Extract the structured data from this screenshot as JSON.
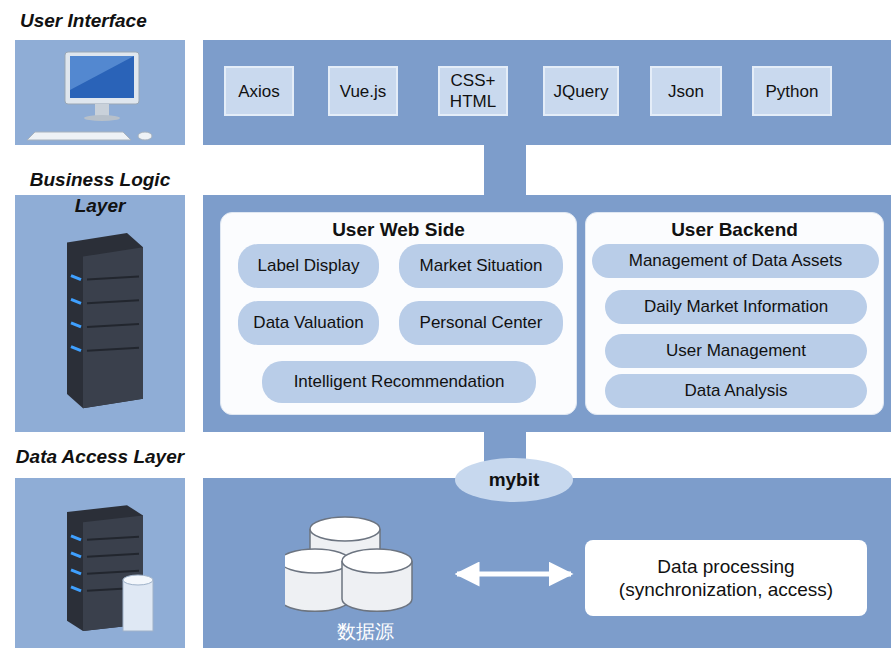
{
  "diagram": {
    "nodes": [
      {
        "text": [
          "User Interface"
        ]
      },
      {
        "text": [
          "Axios"
        ]
      },
      {
        "text": [
          "Vue.js"
        ]
      },
      {
        "text": [
          "CSS+ HTML"
        ]
      },
      {
        "text": [
          "JQuery"
        ]
      },
      {
        "text": [
          "Json"
        ]
      },
      {
        "text": [
          "Python"
        ]
      },
      {
        "text": [
          "Business Logic Layer"
        ]
      },
      {
        "text": [
          "User Web Side"
        ]
      },
      {
        "text": [
          "Label Display"
        ],
        "in": 8
      },
      {
        "text": [
          "Market Situation"
        ],
        "in": 8
      },
      {
        "text": [
          "Data Valuation"
        ],
        "in": 8
      },
      {
        "text": [
          "Personal Center"
        ],
        "in": 8
      },
      {
        "text": [
          "Intelligent Recommendation"
        ],
        "in": 8
      },
      {
        "text": [
          "User Backend"
        ]
      },
      {
        "text": [
          "Management of Data Assets"
        ],
        "in": 14
      },
      {
        "text": [
          "Daily Market Information"
        ],
        "in": 14
      },
      {
        "text": [
          "User Management"
        ],
        "in": 14
      },
      {
        "text": [
          "Data Analysis"
        ],
        "in": 14
      },
      {
        "text": [
          "Data Access Layer"
        ]
      },
      {
        "text": [
          "mybit"
        ]
      },
      {
        "text": [
          "数据源"
        ]
      },
      {
        "text": [
          "Data processing (synchronization, access)"
        ]
      }
    ],
    "edges": [
      {
        "from": 21,
        "to": 22,
        "arrow": "both"
      }
    ]
  }
}
